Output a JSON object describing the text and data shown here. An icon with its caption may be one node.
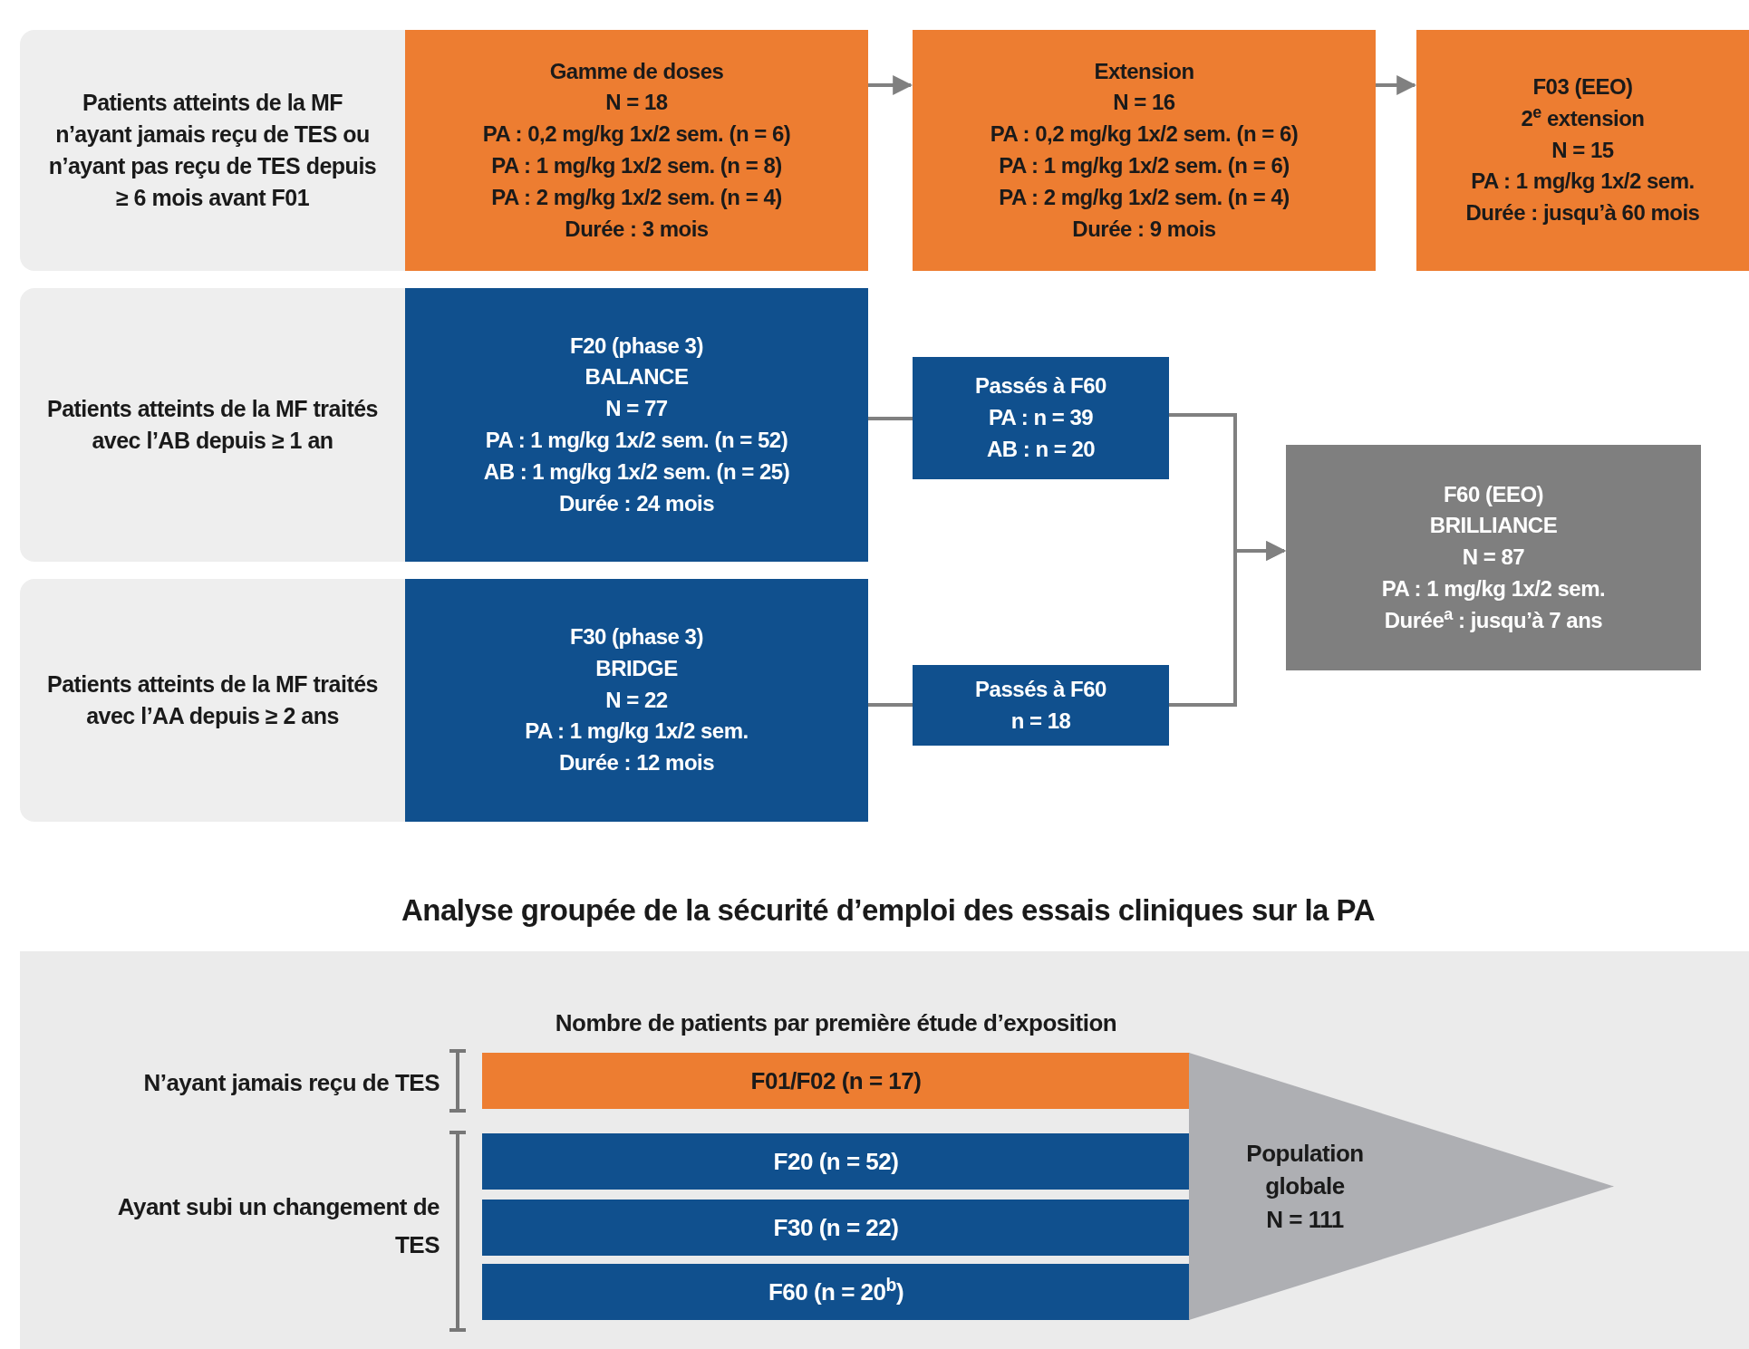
{
  "diagram": {
    "title": "Analyse groupée de la sécurité d’emploi des essais cliniques sur la PA",
    "nodes": [
      {
        "text": [
          "Patients atteints de la MF n’ayant jamais reçu de TES ou n’ayant pas reçu de TES depuis ≥ 6 mois avant F01"
        ]
      },
      {
        "text": [
          "Gamme de doses",
          "N = 18",
          "PA : 0,2 mg/kg 1x/2 sem. (n = 6)",
          "PA : 1 mg/kg 1x/2 sem. (n = 8)",
          "PA : 2 mg/kg 1x/2 sem. (n = 4)",
          "Durée : 3 mois"
        ]
      },
      {
        "text": [
          "Extension",
          "N = 16",
          "PA : 0,2 mg/kg 1x/2 sem. (n = 6)",
          "PA : 1 mg/kg 1x/2 sem. (n = 6)",
          "PA : 2 mg/kg 1x/2 sem. (n = 4)",
          "Durée : 9 mois"
        ]
      },
      {
        "text": [
          "F03 (EEO)",
          "2$^{e}$ extension",
          "N = 15",
          "PA : 1 mg/kg 1x/2 sem.",
          "Durée : jusqu’à 60 mois"
        ]
      },
      {
        "text": [
          "Patients atteints de la MF traités avec l’AB depuis ≥ 1 an"
        ]
      },
      {
        "text": [
          "F20 (phase 3)",
          "BALANCE",
          "N = 77",
          "PA : 1 mg/kg 1x/2 sem. (n = 52)",
          "AB : 1 mg/kg 1x/2 sem. (n = 25)",
          "Durée : 24 mois"
        ]
      },
      {
        "text": [
          "Passés à F60",
          "PA : n = 39",
          "AB : n = 20"
        ]
      },
      {
        "text": [
          "F60 (EEO)",
          "BRILLIANCE",
          "N = 87",
          "PA : 1 mg/kg 1x/2 sem.",
          "Durée$^{a}$ : jusqu’à 7 ans"
        ]
      },
      {
        "text": [
          "Patients atteints de la MF traités avec l’AA depuis ≥ 2 ans"
        ]
      },
      {
        "text": [
          "F30 (phase 3)",
          "BRIDGE",
          "N = 22",
          "PA : 1 mg/kg 1x/2 sem.",
          "Durée : 12 mois"
        ]
      },
      {
        "text": [
          "Passés à F60",
          "n = 18"
        ]
      },
      {
        "text": [
          "F01/F02 (n = 17)"
        ]
      },
      {
        "text": [
          "F20 (n = 52)"
        ]
      },
      {
        "text": [
          "F30 (n = 22)"
        ]
      },
      {
        "text": [
          "F60 (n = 20$^{b}$)"
        ]
      },
      {
        "text": [
          "Population globale",
          "N = 111"
        ]
      }
    ],
    "edges": [
      {
        "from": 1,
        "to": 2,
        "arrow": "to"
      },
      {
        "from": 2,
        "to": 3,
        "arrow": "to"
      },
      {
        "from": 5,
        "to": 6,
        "arrow": "none"
      },
      {
        "from": 9,
        "to": 10,
        "arrow": "none"
      },
      {
        "from": 6,
        "to": 7,
        "arrow": "to"
      },
      {
        "from": 10,
        "to": 7,
        "arrow": "to"
      }
    ],
    "labels": [
      "Nombre de patients par première étude d’exposition",
      "N’ayant jamais reçu de TES",
      "Ayant subi un changement de TES"
    ]
  }
}
